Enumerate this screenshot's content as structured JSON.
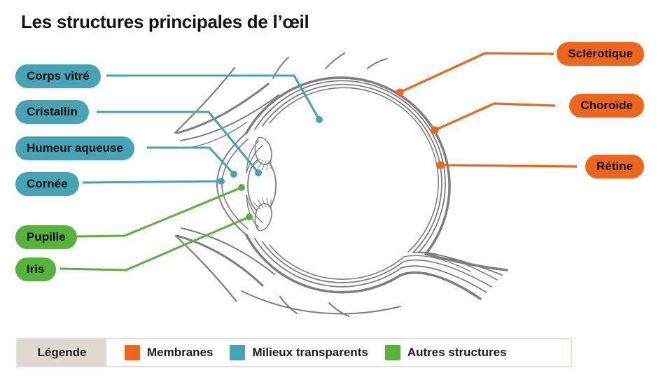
{
  "title": "Les structures principales de l’œil",
  "colors": {
    "teal": "#46A3B3",
    "green": "#57B23C",
    "orange": "#EC671C",
    "gray": "#7E7E7E",
    "ink": "#131313",
    "legend_bg": "#DFD9D0",
    "legend_border": "#E6E0D6"
  },
  "callouts": {
    "corps_vitre": {
      "text": "Corps vitré"
    },
    "cristallin": {
      "text": "Cristallin"
    },
    "humeur_aqueuse": {
      "text": "Humeur aqueuse"
    },
    "cornee": {
      "text": "Cornée"
    },
    "pupille": {
      "text": "Pupille"
    },
    "iris": {
      "text": "Iris"
    },
    "sclerotique": {
      "text": "Sclérotique"
    },
    "choroide": {
      "text": "Choroïde"
    },
    "retine": {
      "text": "Rétine"
    }
  },
  "legend": {
    "title": "Légende",
    "items": [
      {
        "label": "Membranes",
        "color": "#EC671C"
      },
      {
        "label": "Milieux transparents",
        "color": "#46A3B3"
      },
      {
        "label": "Autres structures",
        "color": "#57B23C"
      }
    ]
  }
}
